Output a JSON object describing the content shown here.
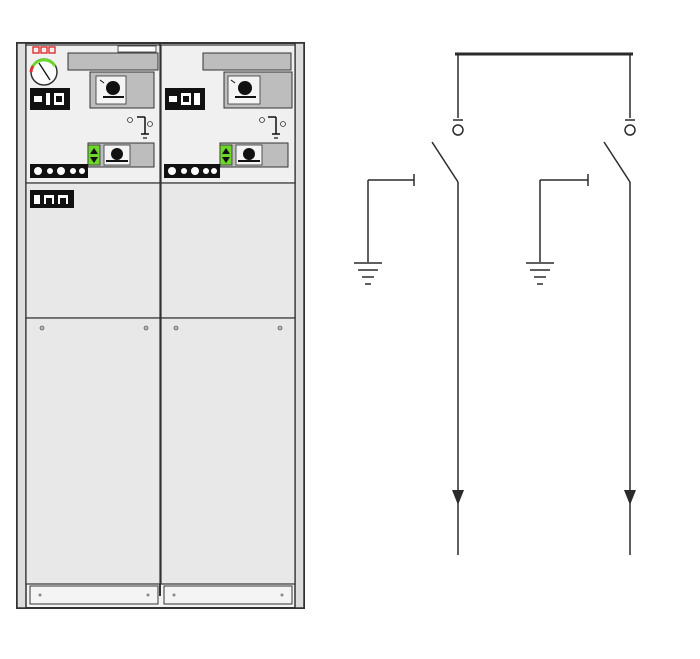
{
  "colors": {
    "background": "#ffffff",
    "panel_fill": "#e8e8e8",
    "panel_stroke": "#333333",
    "line": "#2a2a2a",
    "indicator_green": "#6dd62c",
    "indicator_red": "#e03030",
    "dark_label": "#111111",
    "grey_plate": "#bdbdbd"
  },
  "switchgear": {
    "columns": [
      "left",
      "right"
    ],
    "indicator_icon": "red-indicator-dots-icon",
    "gauge_icon": "pressure-gauge-icon",
    "switch_icon": "load-break-switch-mimic-icon",
    "earth_icon": "earthing-switch-mimic-icon",
    "lamp_icon": "voltage-indicator-lamps-icon"
  },
  "schematic": {
    "feeders": [
      "feeder-1",
      "feeder-2"
    ],
    "busbar_icon": "busbar-line",
    "ground_icon": "ground-symbol-icon",
    "arrow_icon": "cable-outgoing-arrow-icon"
  }
}
